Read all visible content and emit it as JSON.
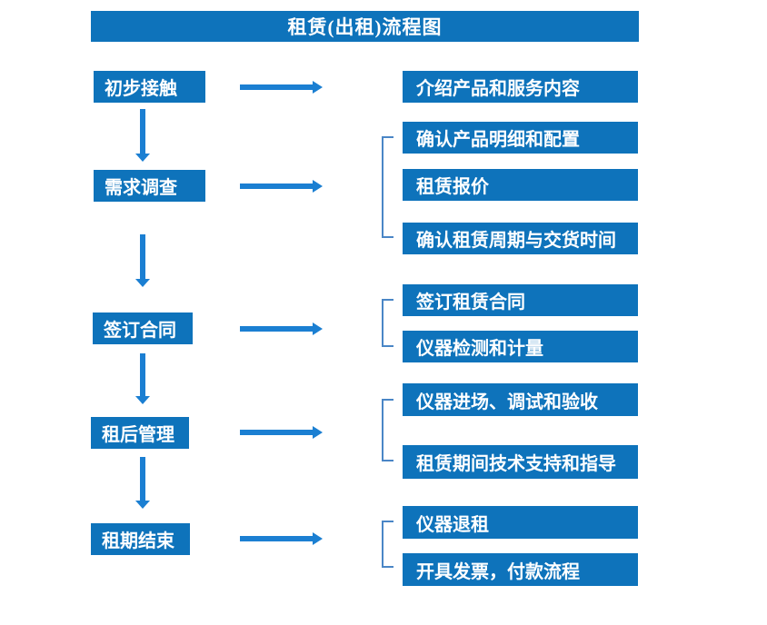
{
  "flow": {
    "title": "租赁(出租)流程图",
    "stages": [
      {
        "label": "初步接触",
        "details": [
          "介绍产品和服务内容"
        ]
      },
      {
        "label": "需求调查",
        "details": [
          "确认产品明细和配置",
          "租赁报价",
          "确认租赁周期与交货时间"
        ]
      },
      {
        "label": "签订合同",
        "details": [
          "签订租赁合同",
          "仪器检测和计量"
        ]
      },
      {
        "label": "租后管理",
        "details": [
          "仪器进场、调试和验收",
          "租赁期间技术支持和指导"
        ]
      },
      {
        "label": "租期结束",
        "details": [
          "仪器退租",
          "开具发票，付款流程"
        ]
      }
    ]
  },
  "colors": {
    "box_blue": "#0e73bb",
    "arrow_blue": "#1b7fd2",
    "bracket_blue": "#4a86c6",
    "text_white": "#ffffff",
    "background": "#ffffff"
  }
}
